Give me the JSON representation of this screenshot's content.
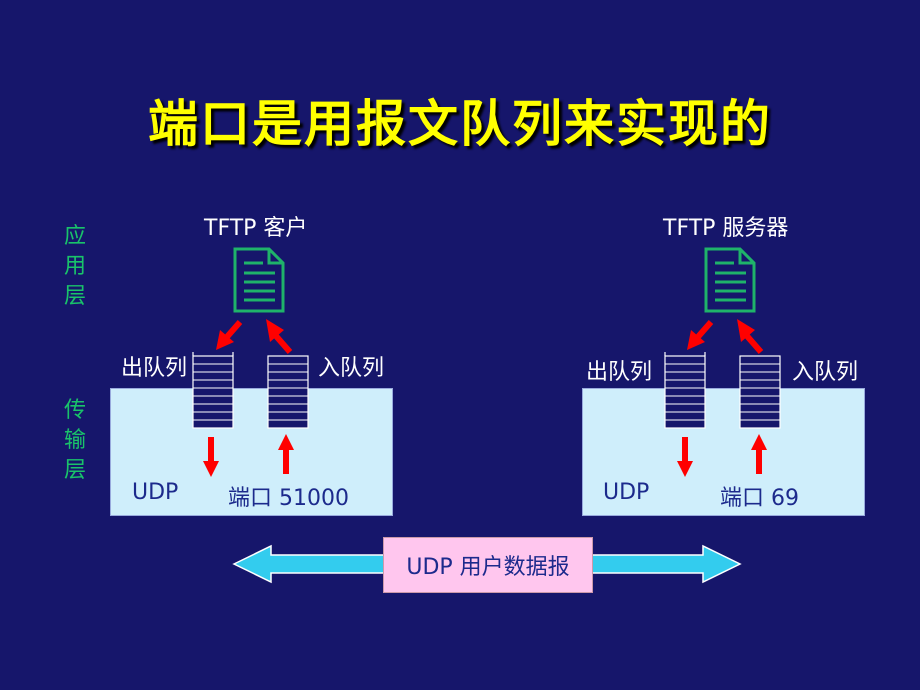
{
  "title": "端口是用报文队列来实现的",
  "layers": {
    "application": [
      "应",
      "用",
      "层"
    ],
    "transport": [
      "传",
      "输",
      "层"
    ]
  },
  "hosts": [
    {
      "app_label": "TFTP 客户",
      "out_queue_label": "出队列",
      "in_queue_label": "入队列",
      "protocol": "UDP",
      "port_label": "端口 51000"
    },
    {
      "app_label": "TFTP 服务器",
      "out_queue_label": "出队列",
      "in_queue_label": "入队列",
      "protocol": "UDP",
      "port_label": "端口 69"
    }
  ],
  "datagram_label": "UDP 用户数据报",
  "colors": {
    "background": "#16166b",
    "title": "#ffff00",
    "layer_label": "#19c36a",
    "transport_box": "#cfeefb",
    "document_icon": "#1fb36a",
    "arrow": "#ff0000",
    "double_arrow": "#33ccee",
    "datagram_box": "#ffc6ee"
  },
  "icons": [
    "document-icon",
    "double-arrow-icon"
  ]
}
